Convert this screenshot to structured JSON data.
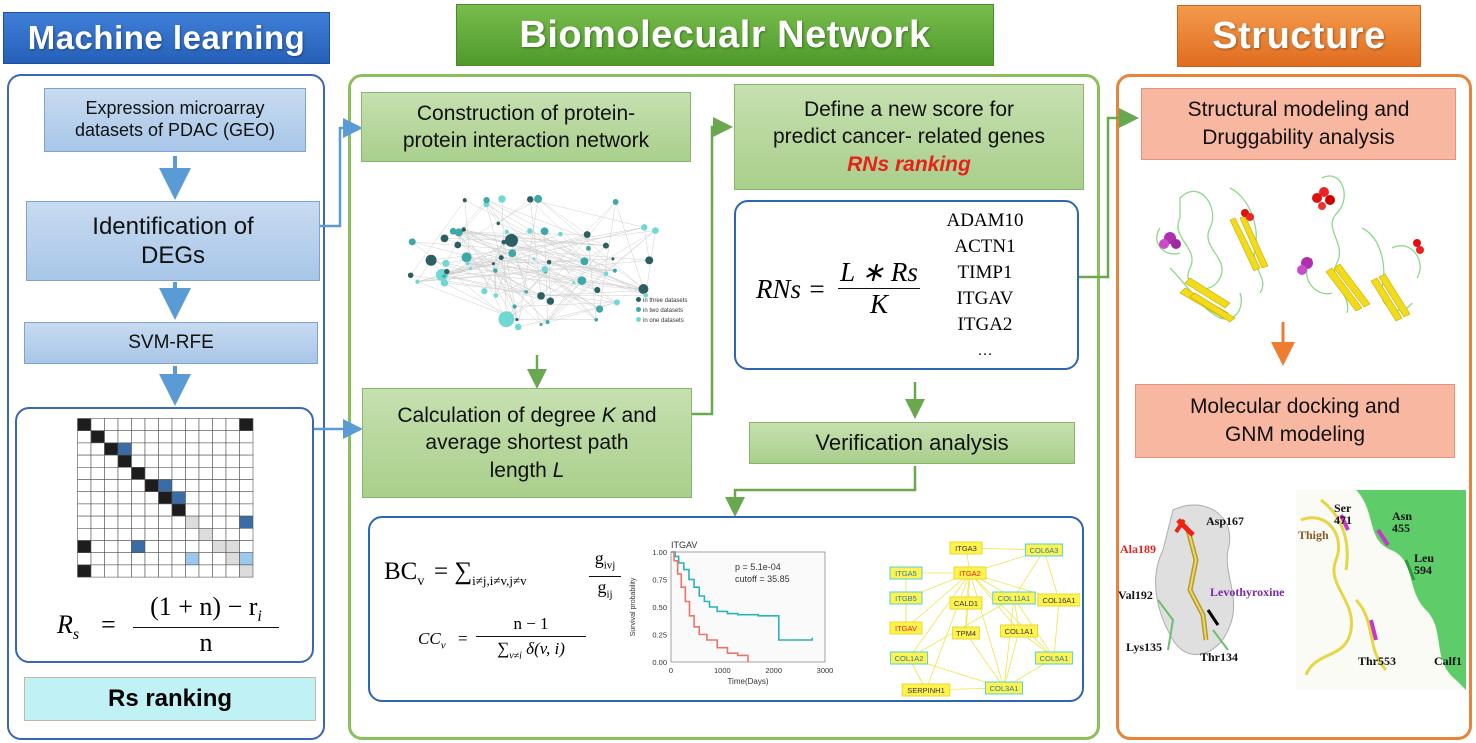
{
  "sections": {
    "machine_learning": "Machine learning",
    "network": "Biomolecualr Network",
    "structure": "Structure"
  },
  "ml": {
    "step1": "Expression microarray datasets of PDAC (GEO)",
    "step2_line1": "Identification of",
    "step2_line2": "DEGs",
    "step3": "SVM-RFE",
    "rs_formula_lhs": "R",
    "rs_formula_sub": "s",
    "rs_numerator": "(1 + n) − r",
    "rs_num_sub": "i",
    "rs_denominator": "n",
    "rs_ranking": "Rs ranking"
  },
  "network": {
    "ppi_line1": "Construction of protein-",
    "ppi_line2": "protein interaction network",
    "ppi_legend": [
      "in three datasets",
      "in two datasets",
      "in one datasets"
    ],
    "calc_line1_pre": "Calculation of degree ",
    "calc_line1_k": "K",
    "calc_line1_post": " and",
    "calc_line2": "average shortest path",
    "calc_line3_pre": "length ",
    "calc_line3_l": "L",
    "score_line1": "Define a new score for",
    "score_line2": "predict cancer- related genes",
    "score_rank": "RNs ranking",
    "rns_lhs": "RNs =",
    "rns_num": "L ∗ Rs",
    "rns_den": "K",
    "genes": [
      "ADAM10",
      "ACTN1",
      "TIMP1",
      "ITGAV",
      "ITGA2",
      "…"
    ],
    "verification": "Verification analysis",
    "bc_lhs": "BC",
    "bc_sub": "v",
    "bc_sum": "= ∑",
    "bc_sum_sub": "i≠j,i≠v,j≠v",
    "bc_num": "g",
    "bc_num_sub": "ivj",
    "bc_den": "g",
    "bc_den_sub": "ij",
    "cc_lhs": "CC",
    "cc_sub": "v",
    "cc_eq": "=",
    "cc_num": "n − 1",
    "cc_den": "∑",
    "cc_den_sub": "v≠i",
    "cc_den_rest": " δ(v, i)"
  },
  "km": {
    "title": "ITGAV",
    "pvalue": "p = 5.1e-04",
    "cutoff": "cutoff = 35.85",
    "ylabel": "Survival probability",
    "xlabel": "Time(Days)",
    "yticks": [
      "1.00",
      "0.75",
      "0.50",
      "0.25",
      "0.00"
    ],
    "xticks": [
      "0",
      "1000",
      "2000",
      "3000"
    ],
    "colors": {
      "high": "#e8746a",
      "low": "#26b5b8"
    }
  },
  "subnet": {
    "nodes": [
      "ITGA3",
      "COL6A3",
      "ITGA5",
      "ITGA2",
      "ITGB5",
      "CALD1",
      "COL11A1",
      "COL16A1",
      "ITGAV",
      "TPM4",
      "COL1A1",
      "COL1A2",
      "COL5A1",
      "SERPINH1",
      "COL3A1"
    ]
  },
  "structure": {
    "model_line1": "Structural modeling and",
    "model_line2": "Druggability analysis",
    "dock_line1": "Molecular docking and",
    "dock_line2": "GNM modeling",
    "left_labels": [
      "Asp167",
      "Ala189",
      "Val192",
      "Levothyroxine",
      "Lys135",
      "Thr134"
    ],
    "right_labels": [
      "Ser 471",
      "Asn 455",
      "Thigh",
      "Leu 594",
      "Thr553",
      "Calf1"
    ]
  },
  "colors": {
    "ml_title": "#2e6fc4",
    "net_title": "#5ea43a",
    "str_title": "#ec7a2a",
    "ml_border": "#3c66b5",
    "net_border": "#8cc05a",
    "str_border": "#e8833a",
    "arrow_blue": "#5b9bd5",
    "arrow_green": "#6aa84f",
    "arrow_orange": "#ed7d31",
    "rank_red": "#e8211a"
  }
}
